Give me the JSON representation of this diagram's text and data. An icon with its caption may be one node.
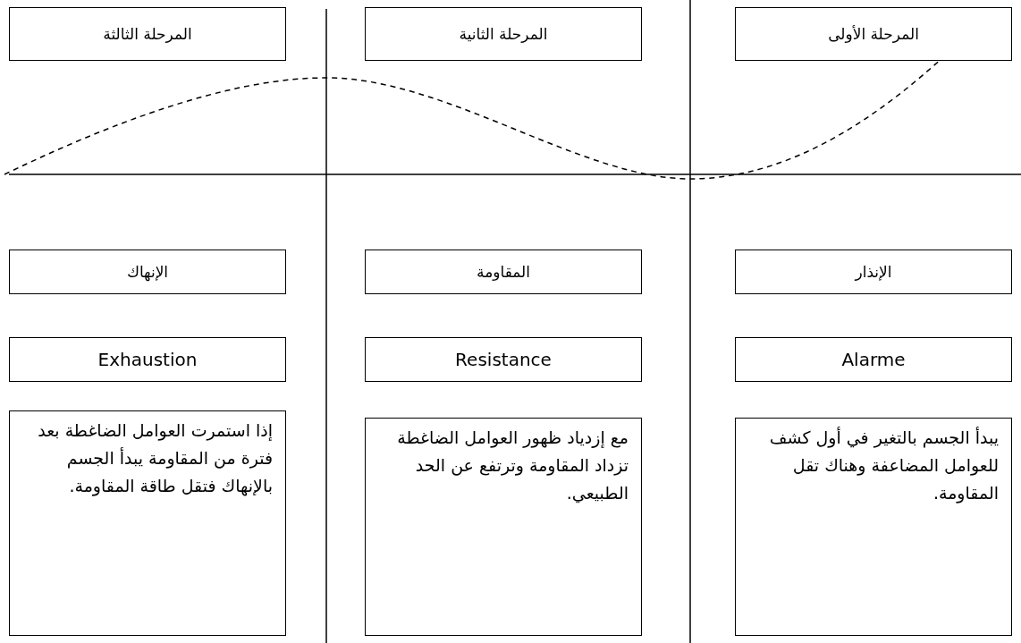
{
  "diagram": {
    "nodes": [
      {
        "text": [
          "المرحلة الأولى"
        ]
      },
      {
        "text": [
          "المرحلة الثانية"
        ]
      },
      {
        "text": [
          "المرحلة الثالثة"
        ]
      },
      {
        "text": [
          "الإنذار"
        ]
      },
      {
        "text": [
          "المقاومة"
        ]
      },
      {
        "text": [
          "الإنهاك"
        ]
      },
      {
        "text": [
          "Alarme"
        ]
      },
      {
        "text": [
          "Resistance"
        ]
      },
      {
        "text": [
          "Exhaustion"
        ]
      },
      {
        "text": [
          "يبدأ الجسم بالتغير في أول كشف للعوامل المضاعفة وهناك تقل المقاومة."
        ]
      },
      {
        "text": [
          "مع إزدياد ظهور العوامل الضاغطة تزداد المقاومة وترتفع عن الحد الطبيعي."
        ]
      },
      {
        "text": [
          "إذا استمرت العوامل الضاغطة بعد فترة من المقاومة يبدأ الجسم بالإنهاك فتقل طاقة المقاومة."
        ]
      }
    ],
    "edges": []
  }
}
